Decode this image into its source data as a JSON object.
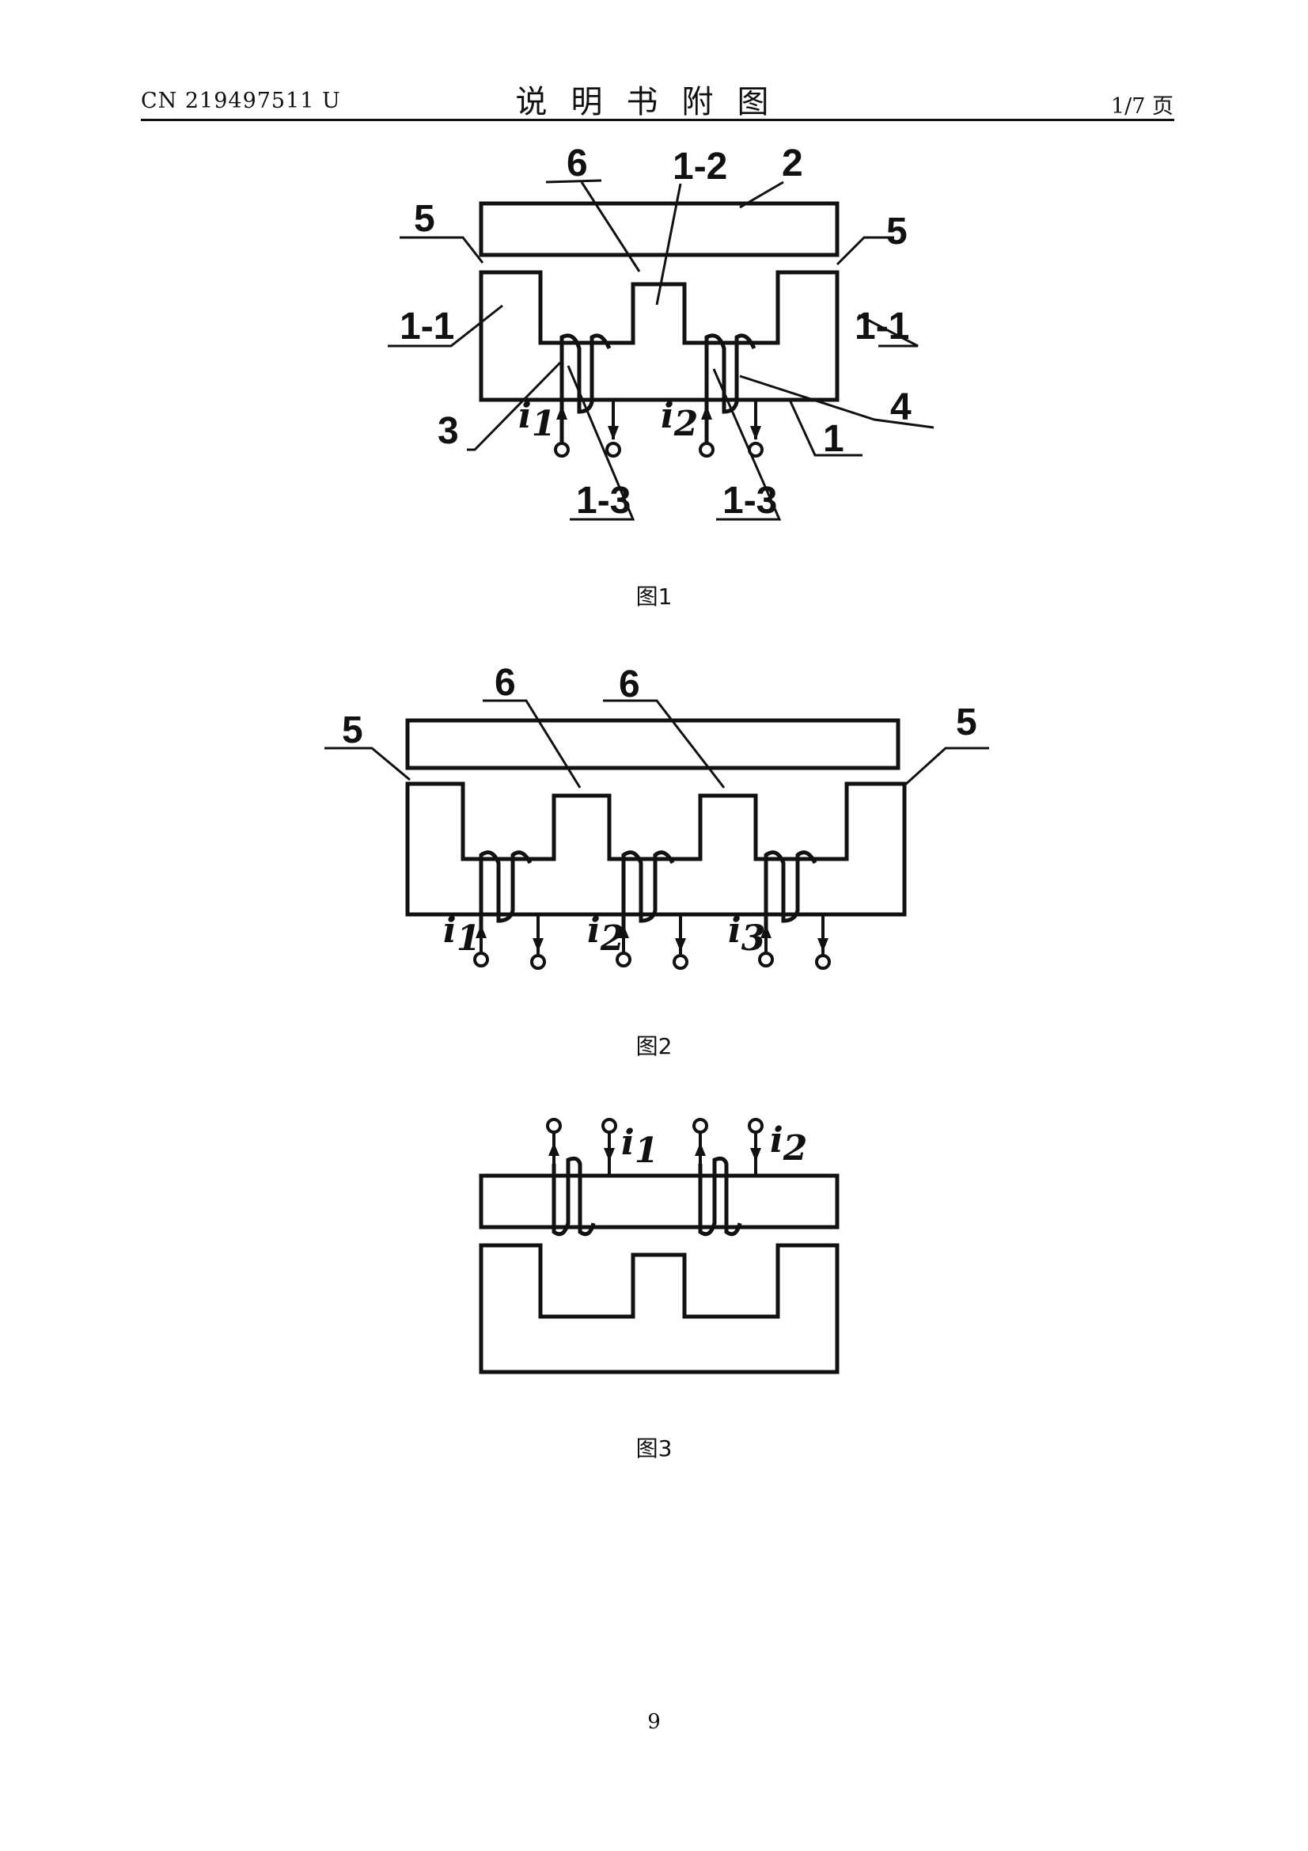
{
  "header": {
    "doc_number": "CN 219497511 U",
    "title": "说明书附图",
    "page_info": "1/7 页"
  },
  "figures": [
    {
      "caption": "图1",
      "labels": {
        "top6": "6",
        "top12": "1-2",
        "top2": "2",
        "left5": "5",
        "right5": "5",
        "left11": "1-1",
        "right11": "1-1",
        "label3": "3",
        "label4": "4",
        "label1": "1",
        "bot13a": "1-3",
        "bot13b": "1-3"
      },
      "currents": [
        {
          "symbol": "i",
          "subscript": "1"
        },
        {
          "symbol": "i",
          "subscript": "2"
        }
      ]
    },
    {
      "caption": "图2",
      "labels": {
        "left5": "5",
        "right5": "5",
        "six_a": "6",
        "six_b": "6"
      },
      "currents": [
        {
          "symbol": "i",
          "subscript": "1"
        },
        {
          "symbol": "i",
          "subscript": "2"
        },
        {
          "symbol": "i",
          "subscript": "3"
        }
      ]
    },
    {
      "caption": "图3",
      "currents": [
        {
          "symbol": "i",
          "subscript": "1"
        },
        {
          "symbol": "i",
          "subscript": "2"
        }
      ]
    }
  ],
  "page_number": "9"
}
